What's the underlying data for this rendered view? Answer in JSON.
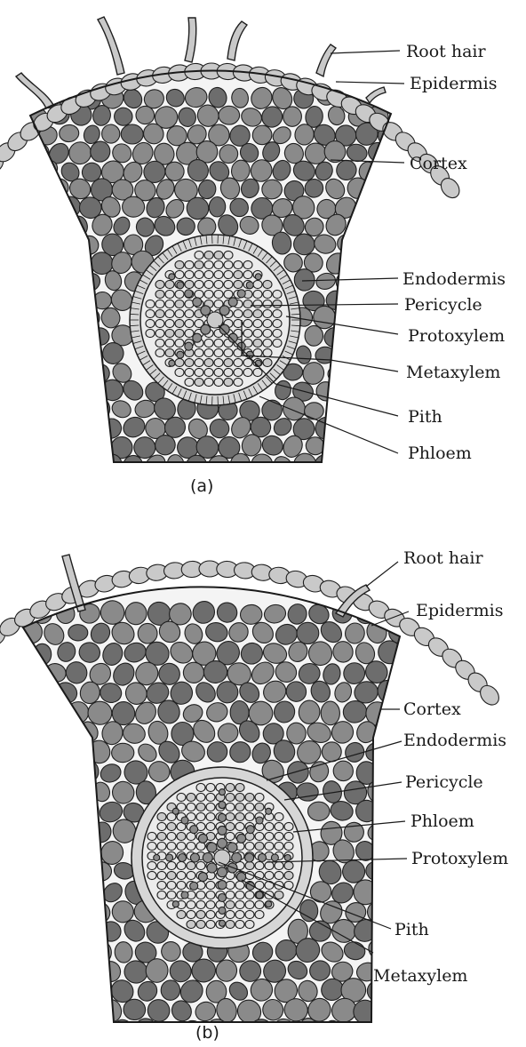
{
  "panels": [
    {
      "id": "a",
      "caption": "(a)",
      "labels": [
        "Root hair",
        "Epidermis",
        "Cortex",
        "Endodermis",
        "Pericycle",
        "Protoxylem",
        "Metaxylem",
        "Pith",
        "Phloem"
      ]
    },
    {
      "id": "b",
      "caption": "(b)",
      "labels": [
        "Root hair",
        "Epidermis",
        "Cortex",
        "Endodermis",
        "Pericycle",
        "Phloem",
        "Protoxylem",
        "Pith",
        "Metaxylem"
      ]
    }
  ],
  "colors": {
    "cell_dark": "#6d6d6d",
    "cell_mid": "#8a8a8a",
    "cell_light": "#c9c9c9",
    "cell_pale": "#e2e2e2",
    "wall": "#1f1f1f"
  }
}
